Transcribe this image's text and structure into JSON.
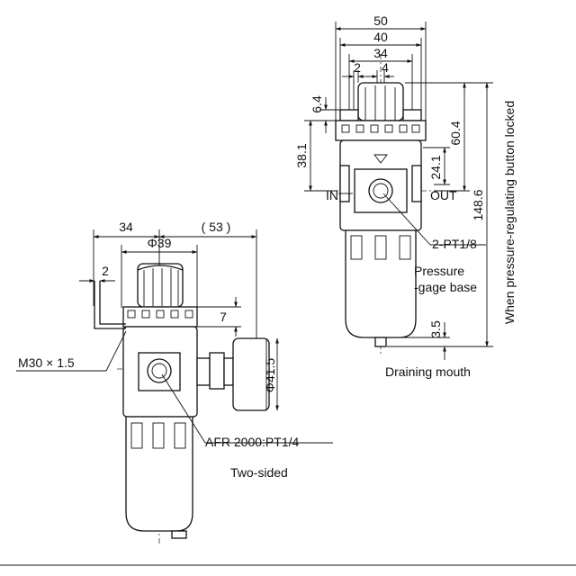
{
  "left_view": {
    "dims": {
      "width_34": "34",
      "width_53": "( 53 )",
      "dia_39": "Φ39",
      "offset_2": "2",
      "height_7": "7",
      "dia_41_5": "Φ41.5"
    },
    "labels": {
      "thread": "M30 × 1.5",
      "port": "AFR 2000:PT1/4",
      "caption": "Two-sided"
    }
  },
  "right_view": {
    "dims": {
      "w_50": "50",
      "w_40": "40",
      "w_34": "34",
      "w_2": "2",
      "w_4": "4",
      "h_6_4": "6.4",
      "h_38_1": "38.1",
      "h_60_4": "60.4",
      "h_24_1": "24.1",
      "h_148_6": "148.6",
      "h_3_5": "3.5"
    },
    "labels": {
      "in": "IN",
      "out": "OUT",
      "port": "2-PT1/8",
      "pressure_gage": "Pressure",
      "pressure_gage_2": "-gage base",
      "draining": "Draining mouth",
      "locked_note": "When pressure-regulating button locked"
    }
  }
}
